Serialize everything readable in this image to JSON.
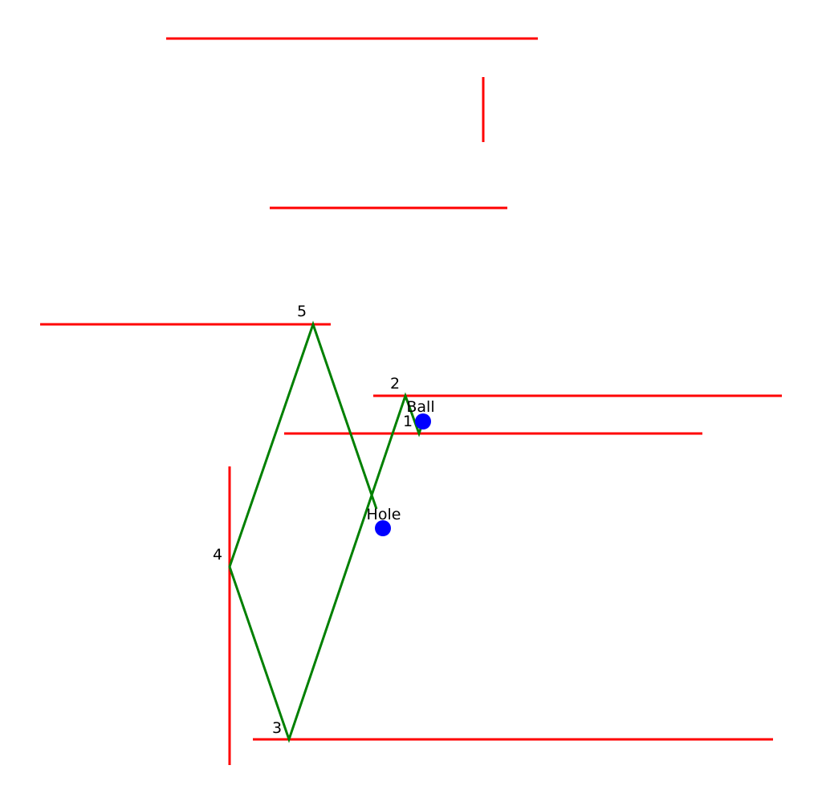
{
  "colors": {
    "wall": "#ff0000",
    "path": "#008000",
    "marker": "#0000ff",
    "background": "#ffffff",
    "text": "#000000"
  },
  "ball": {
    "label": "Ball"
  },
  "hole": {
    "label": "Hole"
  },
  "bounce_labels": [
    "1",
    "2",
    "3",
    "4",
    "5"
  ]
}
